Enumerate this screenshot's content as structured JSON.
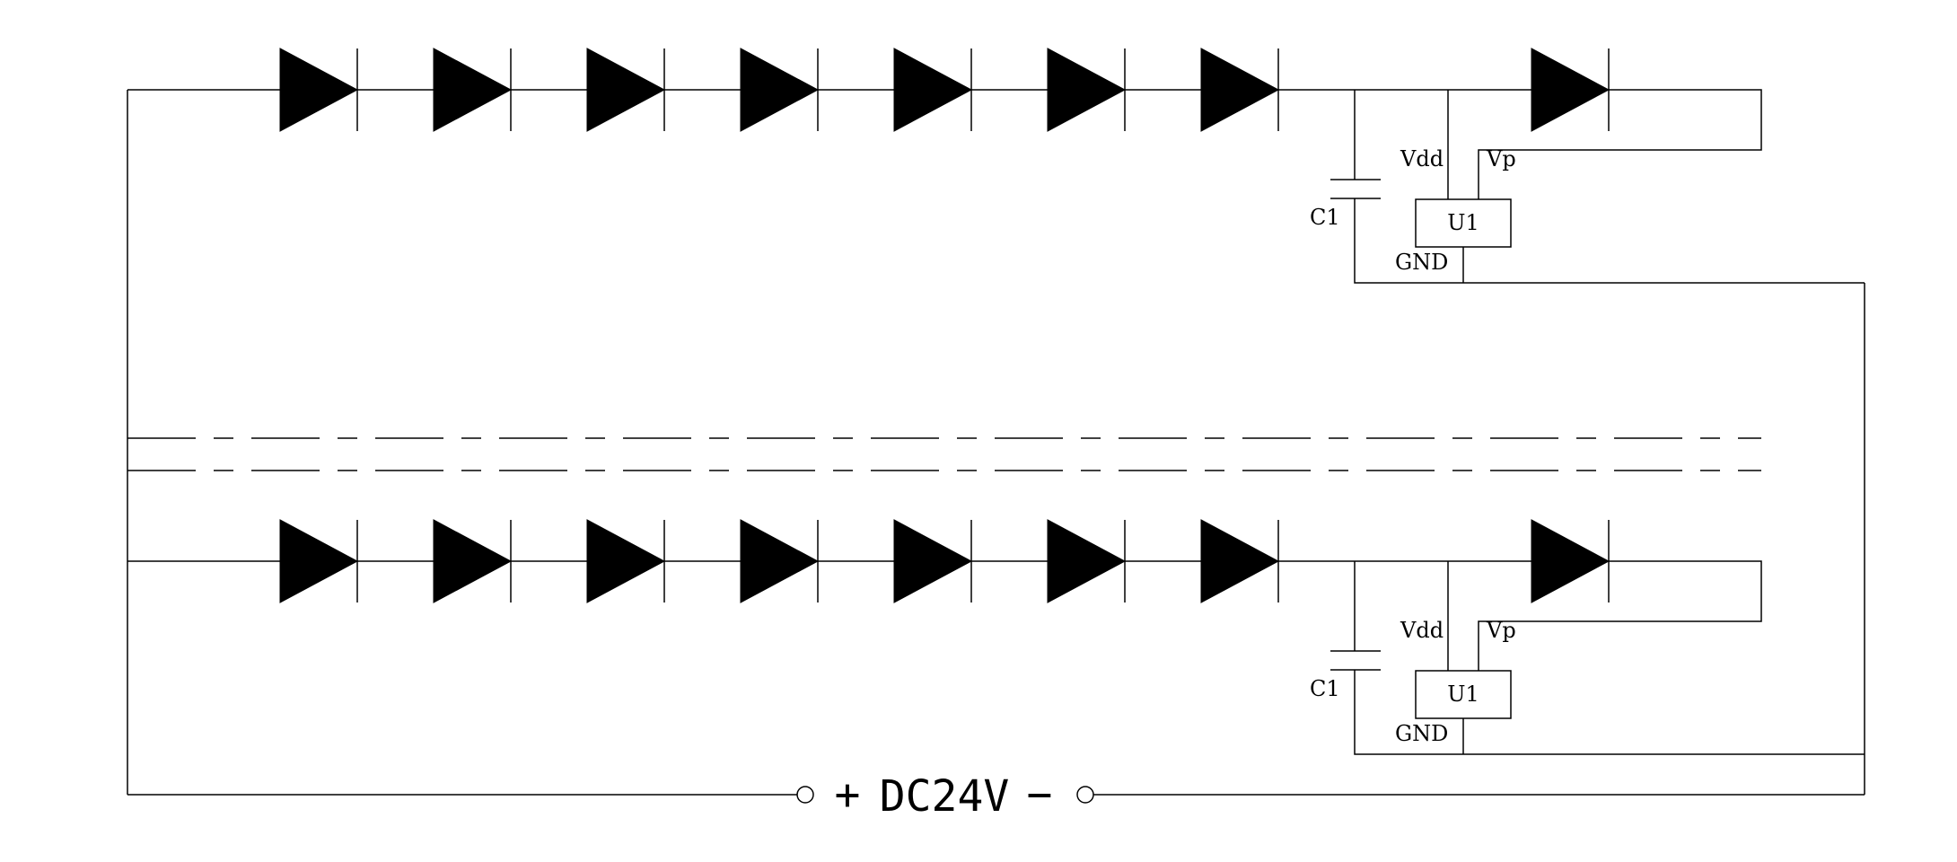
{
  "diagram": {
    "rows": [
      {
        "capacitor_label": "C1",
        "ic_label": "U1",
        "pin_vdd": "Vdd",
        "pin_vp": "Vp",
        "pin_gnd": "GND"
      },
      {
        "capacitor_label": "C1",
        "ic_label": "U1",
        "pin_vdd": "Vdd",
        "pin_vp": "Vp",
        "pin_gnd": "GND"
      }
    ],
    "supply": {
      "plus": "+",
      "label": "DC24V",
      "minus": "−"
    }
  }
}
